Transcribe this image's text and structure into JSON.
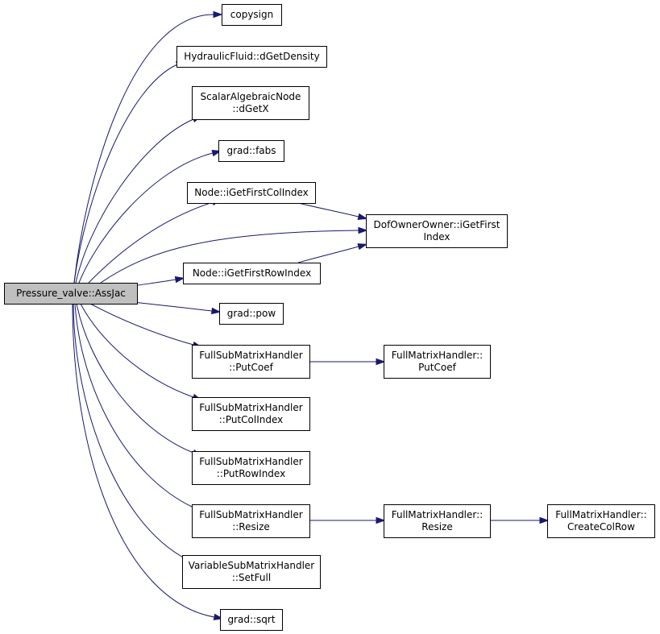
{
  "nodes": {
    "root": [
      "Pressure_valve::AssJac"
    ],
    "copysign": [
      "copysign"
    ],
    "density": [
      "HydraulicFluid::dGetDensity"
    ],
    "getx": [
      "ScalarAlgebraicNode",
      "::dGetX"
    ],
    "fabs": [
      "grad::fabs"
    ],
    "colindex": [
      "Node::iGetFirstColIndex"
    ],
    "firstindex": [
      "DofOwnerOwner::iGetFirst",
      "Index"
    ],
    "rowindex": [
      "Node::iGetFirstRowIndex"
    ],
    "pow": [
      "grad::pow"
    ],
    "putcoef": [
      "FullSubMatrixHandler",
      "::PutCoef"
    ],
    "fmh_putcoef": [
      "FullMatrixHandler::",
      "PutCoef"
    ],
    "putcolindex": [
      "FullSubMatrixHandler",
      "::PutColIndex"
    ],
    "putrowindex": [
      "FullSubMatrixHandler",
      "::PutRowIndex"
    ],
    "resize": [
      "FullSubMatrixHandler",
      "::Resize"
    ],
    "fmh_resize": [
      "FullMatrixHandler::",
      "Resize"
    ],
    "createcolrow": [
      "FullMatrixHandler::",
      "CreateColRow"
    ],
    "setfull": [
      "VariableSubMatrixHandler",
      "::SetFull"
    ],
    "sqrt": [
      "grad::sqrt"
    ]
  },
  "edges": [
    [
      "root",
      "copysign"
    ],
    [
      "root",
      "density"
    ],
    [
      "root",
      "getx"
    ],
    [
      "root",
      "fabs"
    ],
    [
      "root",
      "colindex"
    ],
    [
      "root",
      "firstindex"
    ],
    [
      "root",
      "rowindex"
    ],
    [
      "root",
      "pow"
    ],
    [
      "root",
      "putcoef"
    ],
    [
      "root",
      "putcolindex"
    ],
    [
      "root",
      "putrowindex"
    ],
    [
      "root",
      "resize"
    ],
    [
      "root",
      "setfull"
    ],
    [
      "root",
      "sqrt"
    ],
    [
      "colindex",
      "firstindex"
    ],
    [
      "rowindex",
      "firstindex"
    ],
    [
      "putcoef",
      "fmh_putcoef"
    ],
    [
      "resize",
      "fmh_resize"
    ],
    [
      "fmh_resize",
      "createcolrow"
    ]
  ]
}
